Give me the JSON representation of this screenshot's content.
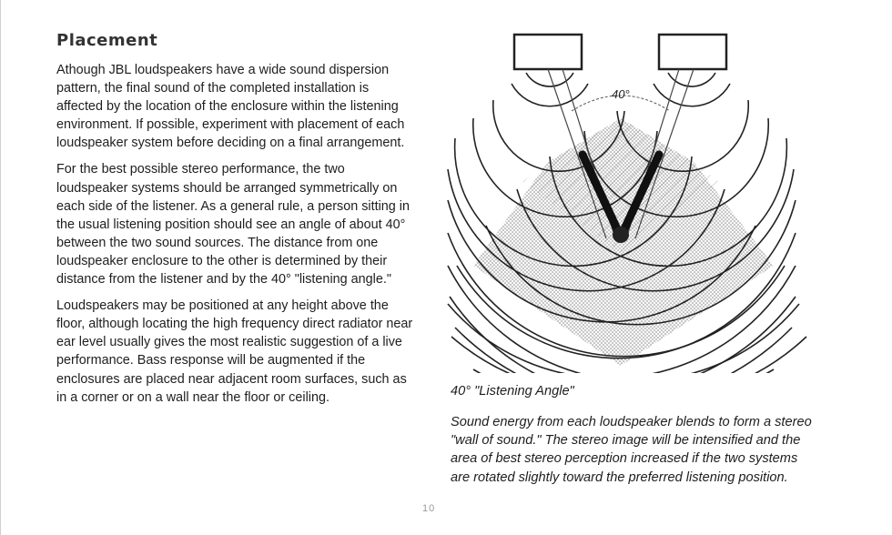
{
  "heading": "Placement",
  "paragraphs": [
    "Athough JBL loudspeakers have a wide sound dispersion pattern, the final sound of the completed installation is affected by the location of the enclosure within the listening environment. If possible, experiment with placement of each loudspeaker system before deciding on a final arrangement.",
    "For the best possible stereo performance, the two loudspeaker systems should be arranged symmetrically on each side of the listener. As a general rule, a person sitting in the usual listening position should see an angle of about 40° between the two sound sources. The distance from one loudspeaker enclosure to the other is determined by their distance from the listener and by the 40° \"listening angle.\"",
    "Loudspeakers may be positioned at any height above the floor, although locating the high frequency direct radiator near ear level usually gives the most realistic suggestion of a live performance. Bass response will be augmented if the enclosures are placed near adjacent room surfaces, such as in a corner or on a wall near the floor or ceiling."
  ],
  "figure": {
    "angle_label": "40°"
  },
  "caption": {
    "title": "40° \"Listening Angle\"",
    "body": "Sound energy from each loudspeaker blends to form a stereo \"wall of sound.\" The stereo image will be intensified and the area of best stereo perception increased if the two systems are rotated slightly toward the preferred listening position."
  },
  "folio": "10"
}
